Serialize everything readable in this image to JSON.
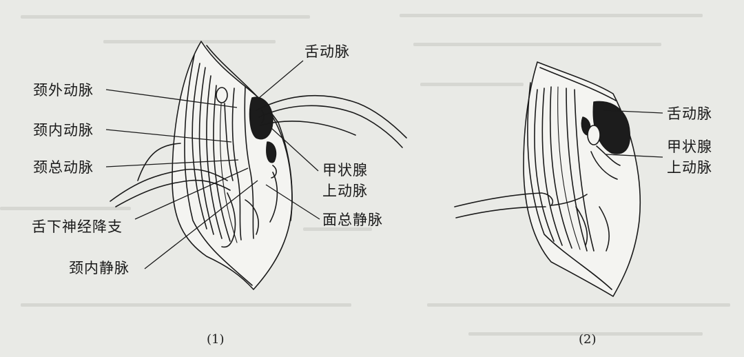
{
  "figure1": {
    "caption": "(1)",
    "labels": {
      "lingual_artery": "舌动脉",
      "external_carotid": "颈外动脉",
      "internal_carotid": "颈内动脉",
      "common_carotid": "颈总动脉",
      "ansa_hypoglossi": "舌下神经降支",
      "internal_jugular": "颈内静脉",
      "superior_thyroid_line1": "甲状腺",
      "superior_thyroid_line2": "上动脉",
      "common_facial_vein": "面总静脉"
    }
  },
  "figure2": {
    "caption": "(2)",
    "labels": {
      "lingual_artery": "舌动脉",
      "superior_thyroid_line1": "甲状腺",
      "superior_thyroid_line2": "上动脉"
    }
  },
  "colors": {
    "paper": "#e9eae6",
    "ink": "#1a1a1a",
    "dark_fill": "#1c1c1c",
    "tissue": "#f4f4f1"
  }
}
